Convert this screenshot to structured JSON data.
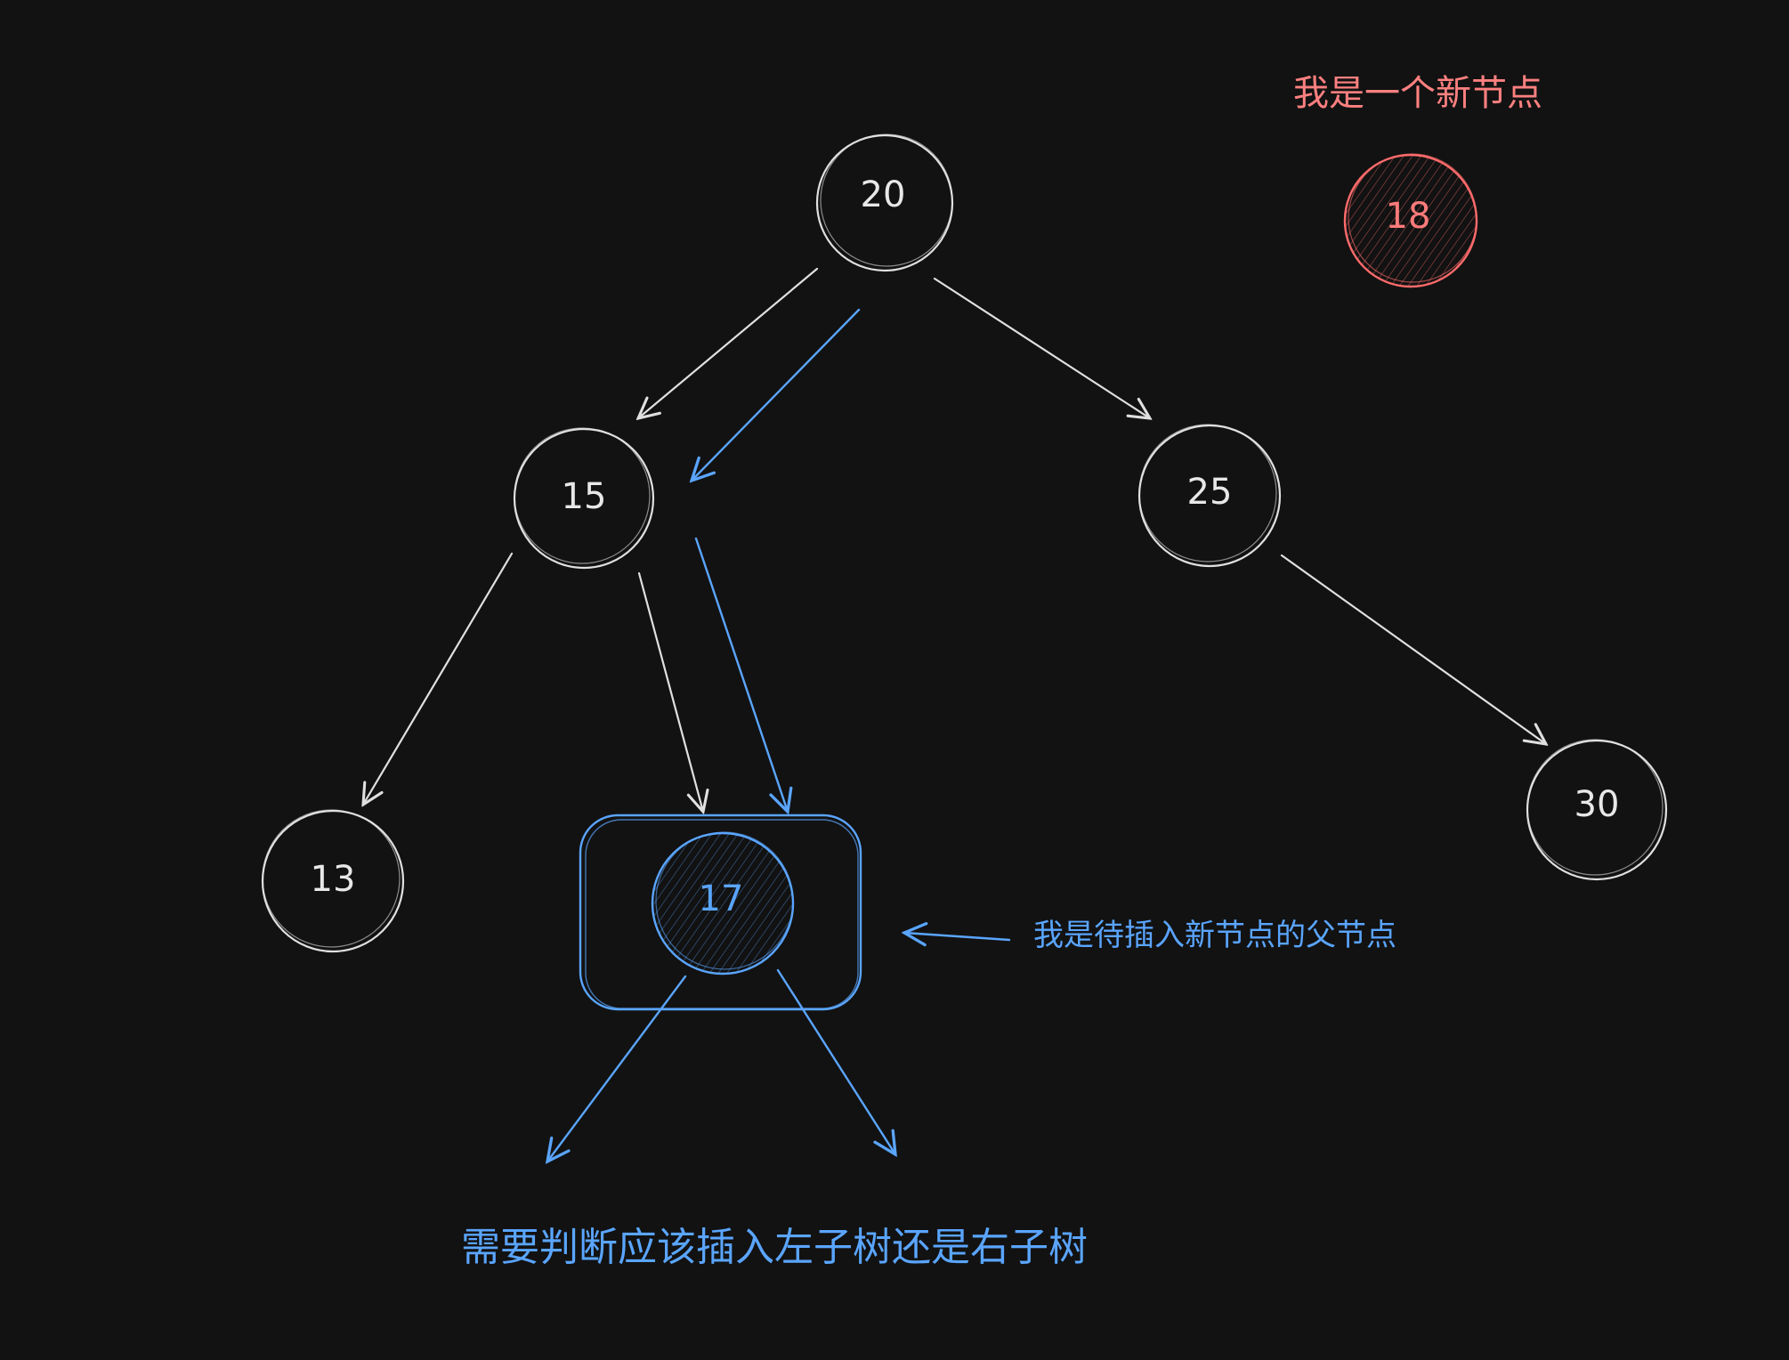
{
  "colors": {
    "background": "#121212",
    "node": "#e8e8e8",
    "highlight": "#5aa5ff",
    "new_node": "#ff7b7b"
  },
  "nodes": {
    "root": "20",
    "left": "15",
    "right": "25",
    "left_left": "13",
    "left_right": "17",
    "right_right": "30",
    "new_node": "18"
  },
  "notes": {
    "new_node": "我是一个新节点",
    "parent": "我是待插入新节点的父节点",
    "question": "需要判断应该插入左子树还是右子树"
  }
}
